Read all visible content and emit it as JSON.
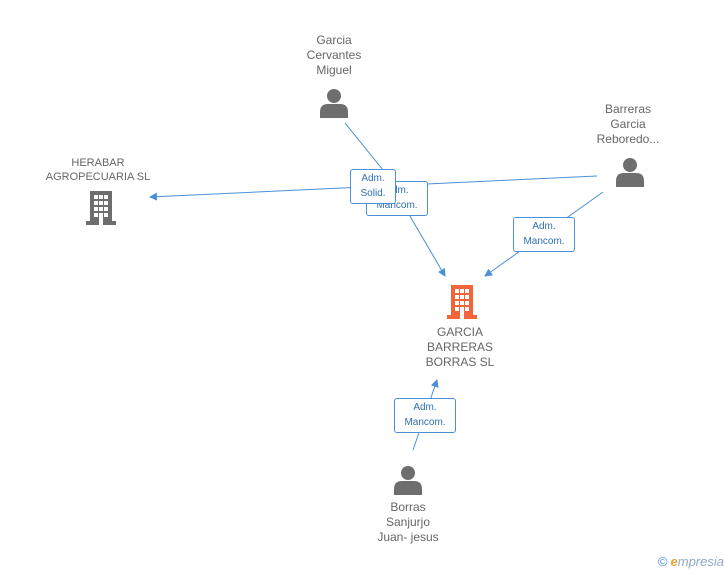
{
  "nodes": {
    "garcia_cervantes": {
      "lines": [
        "Garcia",
        "Cervantes",
        "Miguel"
      ],
      "type": "person"
    },
    "barreras_garcia": {
      "lines": [
        "Barreras",
        "Garcia",
        "Reboredo..."
      ],
      "type": "person"
    },
    "herabar": {
      "lines": [
        "HERABAR",
        "AGROPECUARIA SL"
      ],
      "type": "company"
    },
    "garcia_barreras_borras": {
      "lines": [
        "GARCIA",
        "BARRERAS",
        "BORRAS SL"
      ],
      "type": "company-main"
    },
    "borras_sanjurjo": {
      "lines": [
        "Borras",
        "Sanjurjo",
        "Juan- jesus"
      ],
      "type": "person"
    }
  },
  "edges": {
    "solid": {
      "line1": "Adm.",
      "line2": "Solid."
    },
    "mancom_behind": {
      "line1": "Adm.",
      "line2": "Mancom."
    },
    "mancom_right": {
      "line1": "Adm.",
      "line2": "Mancom."
    },
    "mancom_bottom": {
      "line1": "Adm.",
      "line2": "Mancom."
    }
  },
  "colors": {
    "person": "#6e6e6e",
    "company": "#6e6e6e",
    "company_main": "#f2643a",
    "edge": "#4a90d9"
  },
  "watermark": {
    "copyright": "©",
    "brand_first": "e",
    "brand_rest": "mpresia"
  }
}
